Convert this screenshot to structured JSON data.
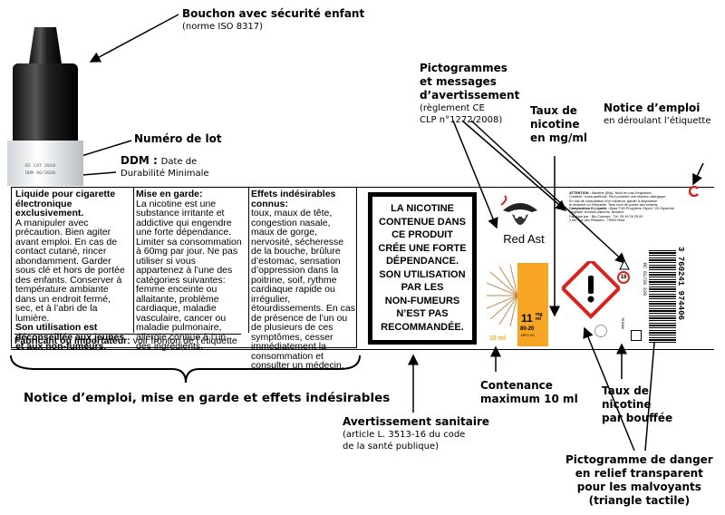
{
  "callouts": {
    "cap": {
      "title": "Bouchon avec sécurité enfant",
      "sub": "(norme ISO 8317)"
    },
    "lot": {
      "title": "Numéro de lot"
    },
    "ddm": {
      "title": "DDM :",
      "sub1": "Date de",
      "sub2": "Durabilité Minimale"
    },
    "pictos": {
      "title1": "Pictogrammes",
      "title2": "et messages",
      "title3": "d’avertissement",
      "sub1": "(règlement CE",
      "sub2": "CLP n°1272/2008)"
    },
    "rate_mg": {
      "l1": "Taux de",
      "l2": "nicotine",
      "l3": "en mg/ml"
    },
    "notice": {
      "title": "Notice d’emploi",
      "sub": "en déroulant l’étiquette"
    },
    "notice_group": {
      "text": "Notice d’emploi, mise en garde et effets indésirables"
    },
    "health": {
      "title": "Avertissement sanitaire",
      "sub1": "(article L. 3513-16 du code",
      "sub2": "de la santé publique)"
    },
    "capacity": {
      "l1": "Contenance",
      "l2": "maximum 10 ml"
    },
    "rate_puff": {
      "l1": "Taux de",
      "l2": "nicotine",
      "l3": "par bouffée"
    },
    "danger": {
      "l1": "Pictogramme de danger",
      "l2": "en relief transparent",
      "l3": "pour les malvoyants",
      "l4": "(triangle tactile)"
    }
  },
  "bottle": {
    "lot_text": "EC LOT 2010",
    "ddm_text": "DDM 06/2020"
  },
  "label": {
    "col1": {
      "heading": [
        "Liquide pour cigarette",
        "électronique",
        "exclusivement."
      ],
      "body": [
        "A manipuler avec",
        "précaution. Bien agiter",
        "avant emploi. En cas de",
        "contact cutané, rincer",
        "abondamment. Garder",
        "sous clé et hors de portée",
        "des enfants. Conserver à",
        "température ambiante",
        "dans un endroit fermé,",
        "sec, et à l’abri de la",
        "lumière."
      ],
      "footer_bold": [
        "Son utilisation est",
        "déconseillée aux jeunes",
        "et aux non-fumeurs."
      ]
    },
    "col2": {
      "heading": "Mise en garde:",
      "body": [
        "La nicotine est une",
        "substance irritante et",
        "addictive qui engendre",
        "une forte dépendance.",
        "Limiter sa consommation",
        "à 60mg par jour. Ne pas",
        "utiliser si vous",
        "appartenez à l’une des",
        "catégories suivantes:",
        "femme enceinte ou",
        "allaitante, problème",
        "cardiaque, maladie",
        "vasculaire, cancer ou",
        "maladie pulmonaire,",
        "allergie connue à l’un",
        "des ingrédients."
      ]
    },
    "col3": {
      "heading": [
        "Effets indésirables",
        "connus:"
      ],
      "body": [
        "toux, maux de tête,",
        "congestion nasale,",
        "maux de gorge,",
        "nervosité, sécheresse",
        "de la bouche, brûlure",
        "d’estomac, sensation",
        "d’oppression dans la",
        "poitrine, soif, rythme",
        "cardiaque rapide ou",
        "irrégulier,",
        "étourdissements. En cas",
        "de présence de l’un ou",
        "de plusieurs de ces",
        "symptômes, cesser",
        "immédiatement la",
        "consommation et",
        "consulter un médecin."
      ]
    },
    "manufacturer": {
      "bold": "Fabricant ou importateur:",
      "text": "voir fronton de l’étiquette"
    },
    "warning": [
      "LA NICOTINE",
      "CONTENUE DANS",
      "CE PRODUIT",
      "CRÉE UNE FORTE",
      "DÉPENDANCE.",
      "SON UTILISATION",
      "PAR LES",
      "NON-FUMEURS",
      "N’EST PAS",
      "RECOMMANDÉE."
    ],
    "brand": "Red Ast",
    "volume": "10 ml",
    "nicotine": {
      "value": "11",
      "unit1": "mg",
      "unit2": "ml",
      "ratio": "80-20",
      "ratio_sub": "MPG/ VG"
    },
    "attention": {
      "bold": "ATTENTION :",
      "lines": [
        "Nicotine (Eliq). Nocif en cas d’ingestion.",
        "Contient : trans-anéthole. Peut produire une réaction allergique.",
        "En cas de consultation d’un médecin, garder à disposition",
        "le récipient ou l’étiquette. Tenir hors de portée des enfants."
      ]
    },
    "composition": {
      "bold": "Composition E-Liquide :",
      "lines": [
        "Base T.80 Propylène Glycol / 20 Glycérine",
        "Végétale, Arômes naturels, Nicotine.",
        "Fabriqué par : Bio Concept - Tél. 05 49 26 25 00",
        "1 bis, rue des Pléiades - 79000 Niort"
      ]
    },
    "barcode_digits": "3 760241 974406",
    "ref_text": "RC 01/20 220",
    "age_badge": "18",
    "triman_text": "TRIMAN"
  },
  "colors": {
    "orange": "#f6a623",
    "red_dot": "#d9231f",
    "red_ring": "#d9231f",
    "dark": "#000000"
  }
}
